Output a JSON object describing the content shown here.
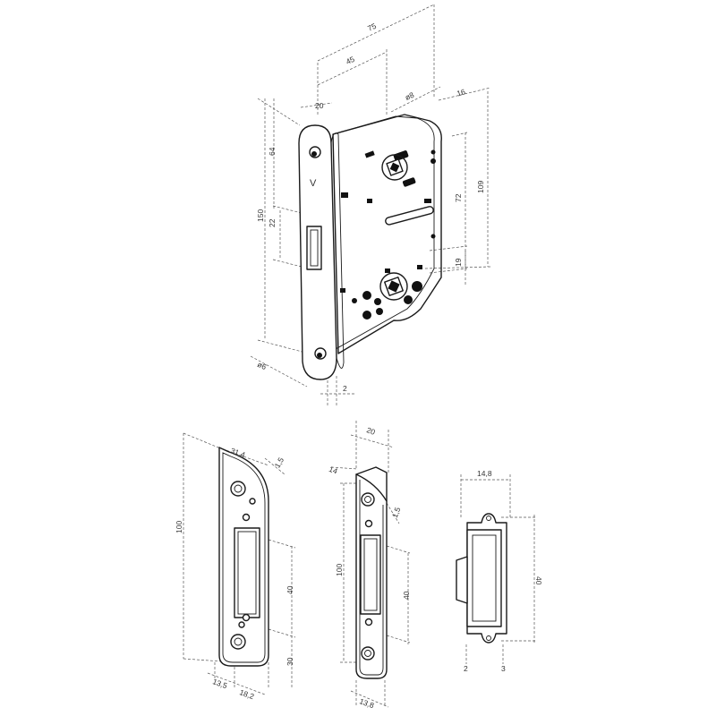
{
  "lock_body": {
    "dims": {
      "d75": "75",
      "d45": "45",
      "d20": "20",
      "d8": "ø8",
      "d16": "16",
      "d64": "64",
      "d150": "150",
      "d22": "22",
      "d72": "72",
      "d109": "109",
      "d19": "19",
      "d6": "ø6",
      "d2": "2"
    },
    "face_mark": "V"
  },
  "strike_plate": {
    "dims": {
      "d31_4": "31,4",
      "d1_5": "1,5",
      "d100": "100",
      "d40": "40",
      "d30": "30",
      "d13_5": "13,5",
      "d18_2": "18,2"
    }
  },
  "strike_angle": {
    "dims": {
      "d20": "20",
      "d14": "14",
      "d1_5": "1,5",
      "d100": "100",
      "d40": "40",
      "d13_8": "13,8"
    }
  },
  "box_keep": {
    "dims": {
      "d14_8": "14,8",
      "d40": "40",
      "d2": "2",
      "d3": "3"
    }
  }
}
